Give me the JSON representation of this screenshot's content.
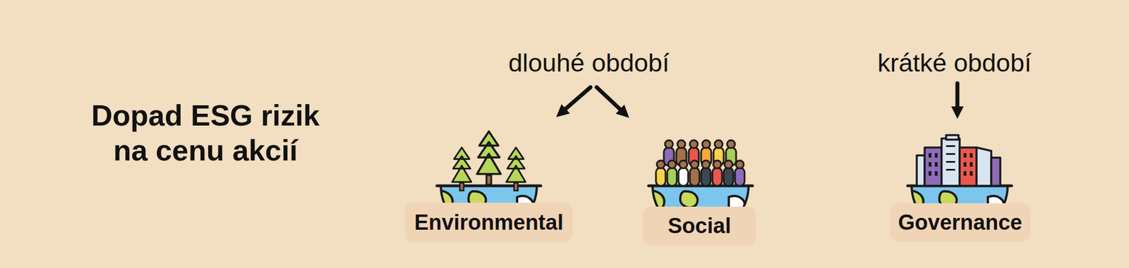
{
  "diagram": {
    "title": "Dopad ESG rizik na cenu akcií",
    "nodes": [
      {
        "text": [
          "Environmental"
        ]
      },
      {
        "text": [
          "Social"
        ]
      },
      {
        "text": [
          "Governance"
        ]
      }
    ],
    "labels": [
      "dlouhé období",
      "krátké období"
    ]
  }
}
